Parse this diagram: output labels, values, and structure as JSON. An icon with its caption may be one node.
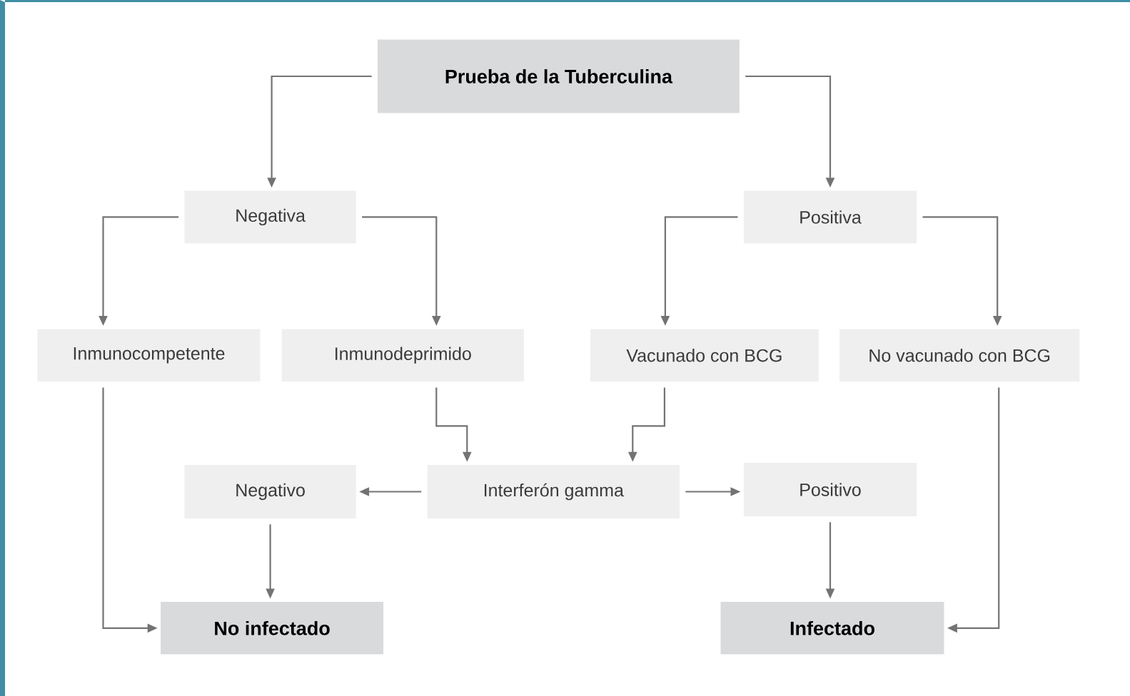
{
  "diagram": {
    "nodes": [
      {
        "text": [
          "Prueba de la Tuberculina"
        ]
      },
      {
        "text": [
          "Negativa"
        ]
      },
      {
        "text": [
          "Positiva"
        ]
      },
      {
        "text": [
          "Inmunocompetente"
        ]
      },
      {
        "text": [
          "Inmunodeprimido"
        ]
      },
      {
        "text": [
          "Vacunado con BCG"
        ]
      },
      {
        "text": [
          "No vacunado con BCG"
        ]
      },
      {
        "text": [
          "Interferón gamma"
        ]
      },
      {
        "text": [
          "Negativo"
        ]
      },
      {
        "text": [
          "Positivo"
        ]
      },
      {
        "text": [
          "No infectado"
        ]
      },
      {
        "text": [
          "Infectado"
        ]
      }
    ],
    "edges": [
      {
        "from": 0,
        "to": 1,
        "arrow": "to"
      },
      {
        "from": 0,
        "to": 2,
        "arrow": "to"
      },
      {
        "from": 1,
        "to": 3,
        "arrow": "to"
      },
      {
        "from": 1,
        "to": 4,
        "arrow": "to"
      },
      {
        "from": 2,
        "to": 5,
        "arrow": "to"
      },
      {
        "from": 2,
        "to": 6,
        "arrow": "to"
      },
      {
        "from": 4,
        "to": 7,
        "arrow": "to"
      },
      {
        "from": 5,
        "to": 7,
        "arrow": "to"
      },
      {
        "from": 7,
        "to": 8,
        "arrow": "to"
      },
      {
        "from": 7,
        "to": 9,
        "arrow": "to"
      },
      {
        "from": 3,
        "to": 10,
        "arrow": "to"
      },
      {
        "from": 8,
        "to": 10,
        "arrow": "to"
      },
      {
        "from": 9,
        "to": 11,
        "arrow": "to"
      },
      {
        "from": 6,
        "to": 11,
        "arrow": "to"
      }
    ]
  }
}
